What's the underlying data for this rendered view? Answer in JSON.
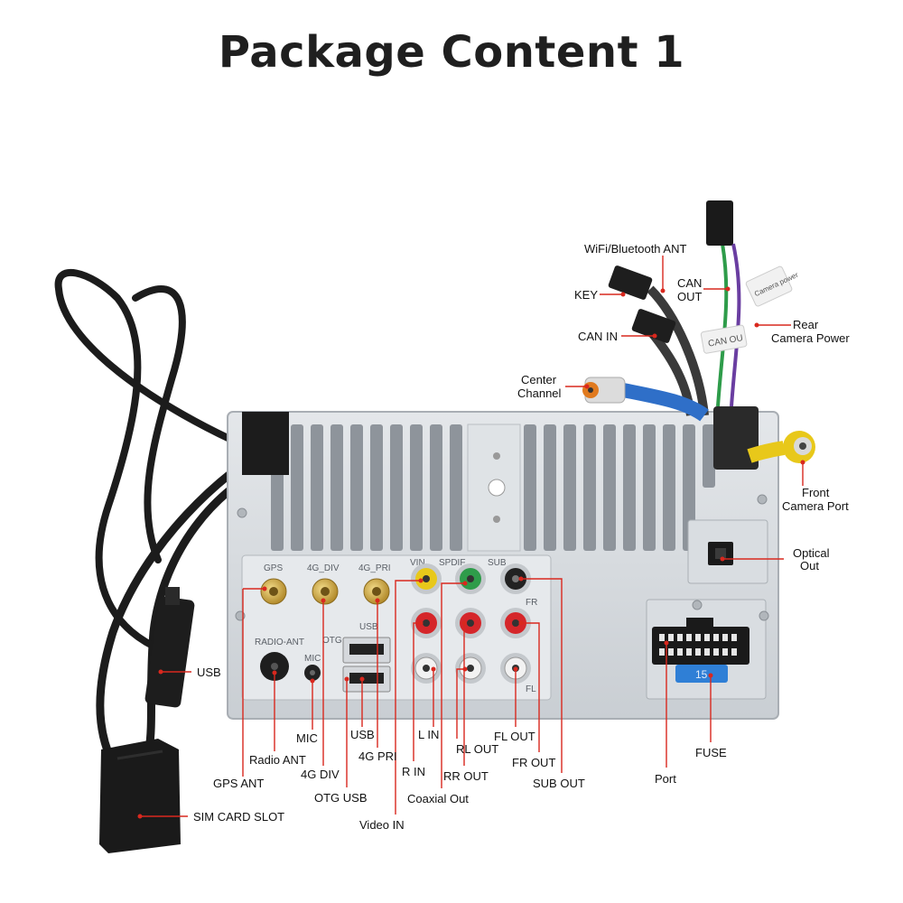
{
  "title": "Package Content 1",
  "device_print": {
    "gps": "GPS",
    "div_4g": "4G_DIV",
    "pri_4g": "4G_PRI",
    "vin": "VIN",
    "spdif": "SPDIF",
    "sub": "SUB",
    "usb": "USB",
    "otg": "OTG",
    "radio_ant": "RADIO-ANT",
    "mic": "MIC",
    "fl": "FL",
    "fr": "FR",
    "cable_tag_can_out": "CAN OU",
    "cable_tag_camera_power": "Camera power",
    "fuse_value": "15"
  },
  "labels": {
    "wifi_bluetooth_ant": "WiFi/Bluetooth ANT",
    "key": "KEY",
    "can_out_1": "CAN",
    "can_out_2": "OUT",
    "can_in": "CAN IN",
    "rear_camera_power_1": "Rear",
    "rear_camera_power_2": "Camera Power",
    "center_channel_1": "Center",
    "center_channel_2": "Channel",
    "front_camera_port_1": "Front",
    "front_camera_port_2": "Camera Port",
    "optical_out_1": "Optical",
    "optical_out_2": "Out",
    "usb": "USB",
    "sim_card_slot": "SIM CARD SLOT",
    "mic": "MIC",
    "radio_ant": "Radio ANT",
    "gps_ant": "GPS ANT",
    "div_4g": "4G DIV",
    "otg_usb": "OTG USB",
    "usb_port": "USB",
    "pri_4g": "4G PRI",
    "video_in": "Video IN",
    "l_in": "L IN",
    "r_in": "R IN",
    "rl_out": "RL OUT",
    "rr_out": "RR OUT",
    "coaxial_out": "Coaxial Out",
    "fl_out": "FL OUT",
    "fr_out": "FR OUT",
    "sub_out": "SUB OUT",
    "port": "Port",
    "fuse": "FUSE"
  },
  "colors": {
    "callout": "#d9281e",
    "chassis": "#d6dade",
    "jack_yellow": "#e8c81a",
    "jack_green": "#2e9c4a",
    "jack_red": "#d5262a",
    "jack_white": "#f2f2f2",
    "jack_black": "#222222",
    "fuse_blue": "#2f7fd6"
  }
}
